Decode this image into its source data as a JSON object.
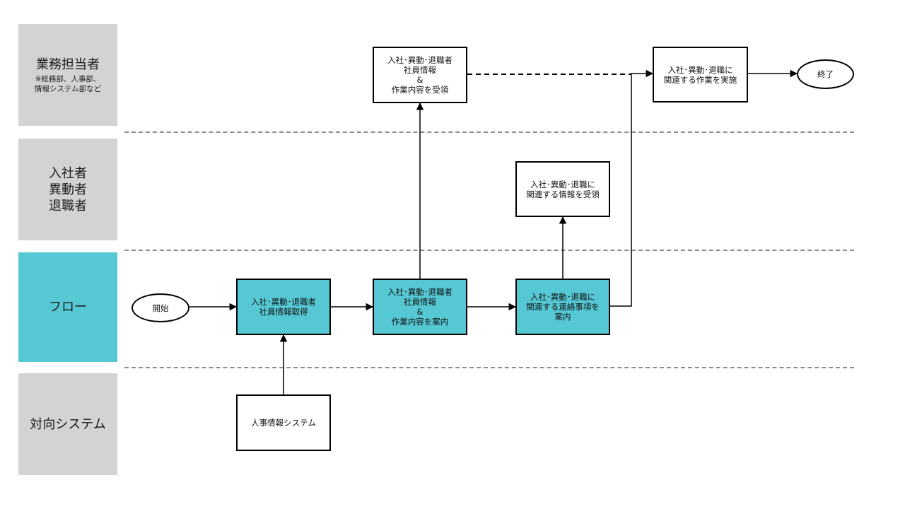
{
  "colors": {
    "lane_gray": "#d3d3d3",
    "lane_accent": "#55c8d4",
    "process_fill": "#55c8d4"
  },
  "lanes": [
    {
      "title": "業務担当者",
      "subtitle": "※総務部、人事部、\n情報システム部など"
    },
    {
      "title": "入社者\n異動者\n退職者"
    },
    {
      "title": "フロー"
    },
    {
      "title": "対向システム"
    }
  ],
  "nodes": {
    "start": "開始",
    "step1": "入社･異動･退職者\n社員情報取得",
    "step2": "入社･異動･退職者\n社員情報\n&\n作業内容を案内",
    "step3": "入社･異動･退職に\n関連する連絡事項を\n案内",
    "hr_system": "人事情報システム",
    "receive_info": "入社･異動･退職者\n社員情報\n&\n作業内容を受領",
    "receive_notice": "入社･異動･退職に\n関連する情報を受領",
    "perform_tasks": "入社･異動･退職に\n関連する作業を実施",
    "end": "終了"
  }
}
